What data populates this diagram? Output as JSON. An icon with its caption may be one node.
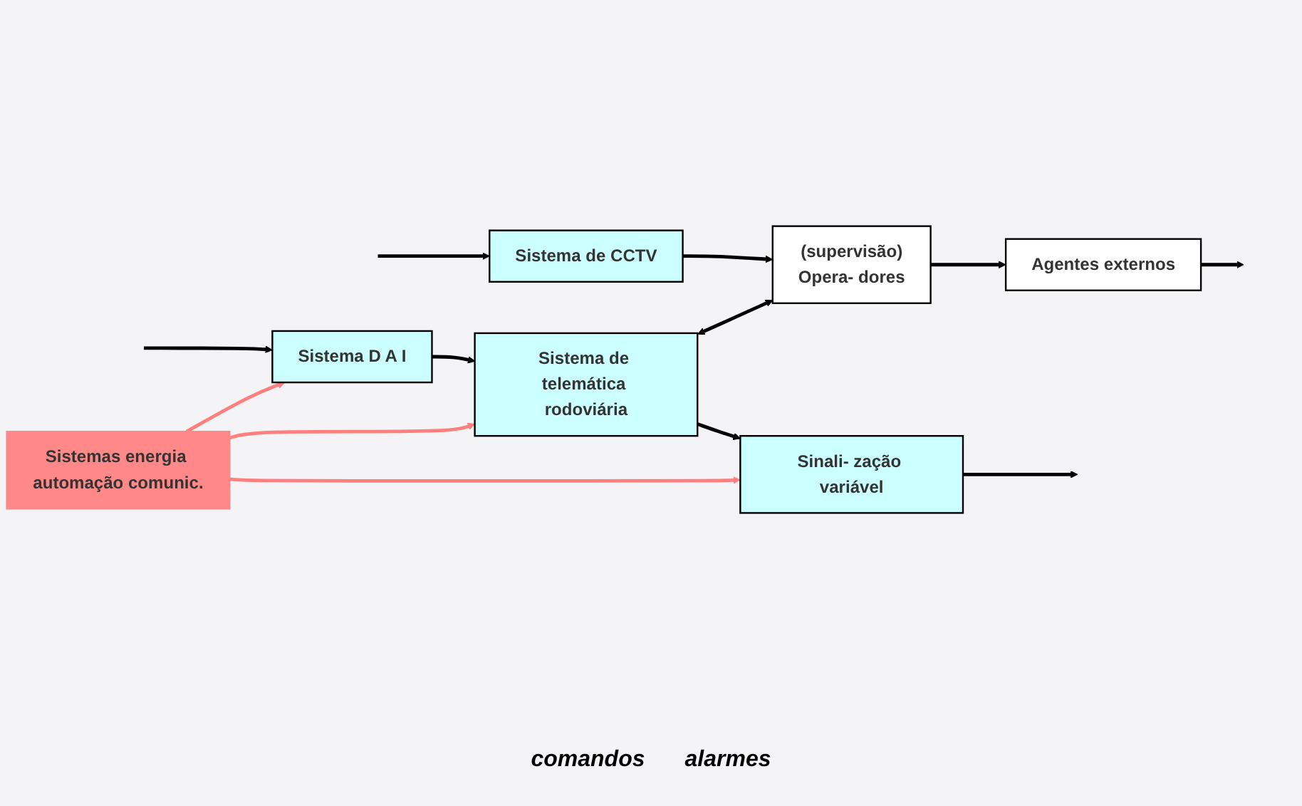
{
  "diagram": {
    "nodes": [
      {
        "text": [
          "Sistemas energia automação comunic."
        ]
      },
      {
        "text": [
          "Sistema D A I"
        ]
      },
      {
        "text": [
          "Sistema de telemática rodoviária"
        ]
      },
      {
        "text": [
          "Sinali- zação variável"
        ]
      },
      {
        "text": [
          "Sistema de CCTV"
        ]
      },
      {
        "text": [
          "(supervisão)",
          "Opera- dores"
        ]
      },
      {
        "text": [
          "Agentes externos"
        ]
      }
    ],
    "edges": [
      {
        "from": 0,
        "to": 1,
        "arrow": "to",
        "color": "#ff7f7f"
      },
      {
        "from": 0,
        "to": 2,
        "arrow": "to",
        "color": "#ff7f7f"
      },
      {
        "from": 0,
        "to": 3,
        "arrow": "to",
        "color": "#ff7f7f"
      },
      {
        "from": null,
        "to": 1,
        "arrow": "to"
      },
      {
        "from": 1,
        "to": 2,
        "arrow": "to"
      },
      {
        "from": 2,
        "to": 3,
        "arrow": "to"
      },
      {
        "from": 3,
        "to": null,
        "arrow": "to"
      },
      {
        "from": 2,
        "to": 5,
        "arrow": "both"
      },
      {
        "from": null,
        "to": 4,
        "arrow": "to"
      },
      {
        "from": 4,
        "to": 5,
        "arrow": "to"
      },
      {
        "from": 5,
        "to": 6,
        "arrow": "to"
      },
      {
        "from": 6,
        "to": null,
        "arrow": "to"
      }
    ],
    "labels": [
      "comandos",
      "alarmes"
    ]
  }
}
